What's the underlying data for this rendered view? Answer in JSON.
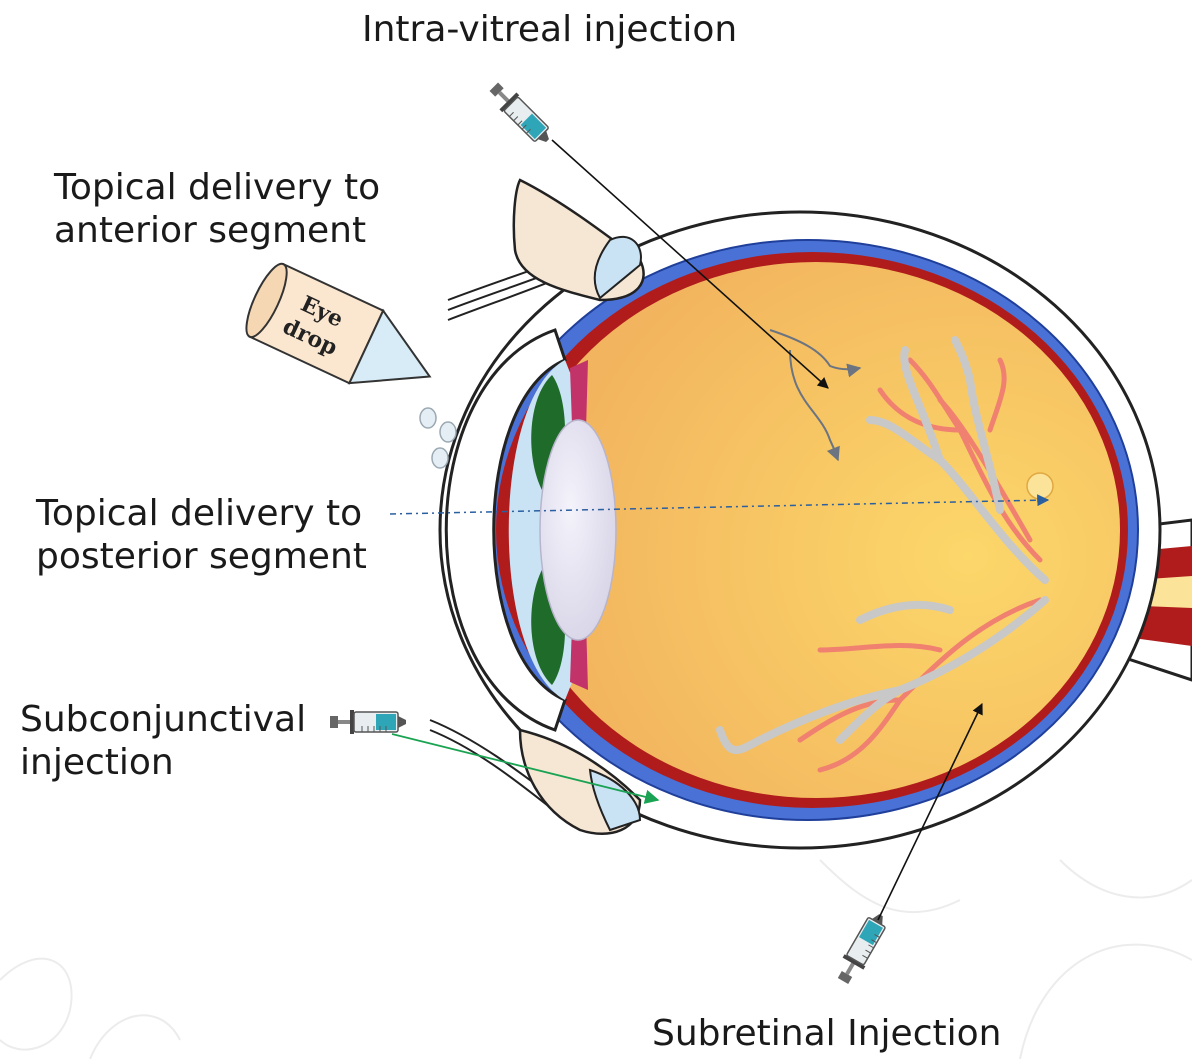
{
  "labels": {
    "intravitreal": "Intra-vitreal injection",
    "topical_anterior": "Topical delivery to\nanterior segment",
    "topical_posterior": "Topical delivery to\nposterior segment",
    "subconjunctival": "Subconjunctival\ninjection",
    "subretinal": "Subretinal Injection",
    "eye_drop_line1": "Eye",
    "eye_drop_line2": "drop"
  },
  "colors": {
    "vitreous": "#f4b860",
    "retina_red": "#b01c1c",
    "choroid_blue": "#4a72d6",
    "sclera": "#ffffff",
    "cornea_light_blue": "#c9e3f4",
    "iris_green": "#1f6b2a",
    "ciliary_pink": "#c2336a",
    "lens": "#e4e2f0",
    "artery": "#f08070",
    "vein": "#c8c8c8",
    "syringe_teal": "#2fa6b8",
    "green_arrow": "#1aa352"
  }
}
